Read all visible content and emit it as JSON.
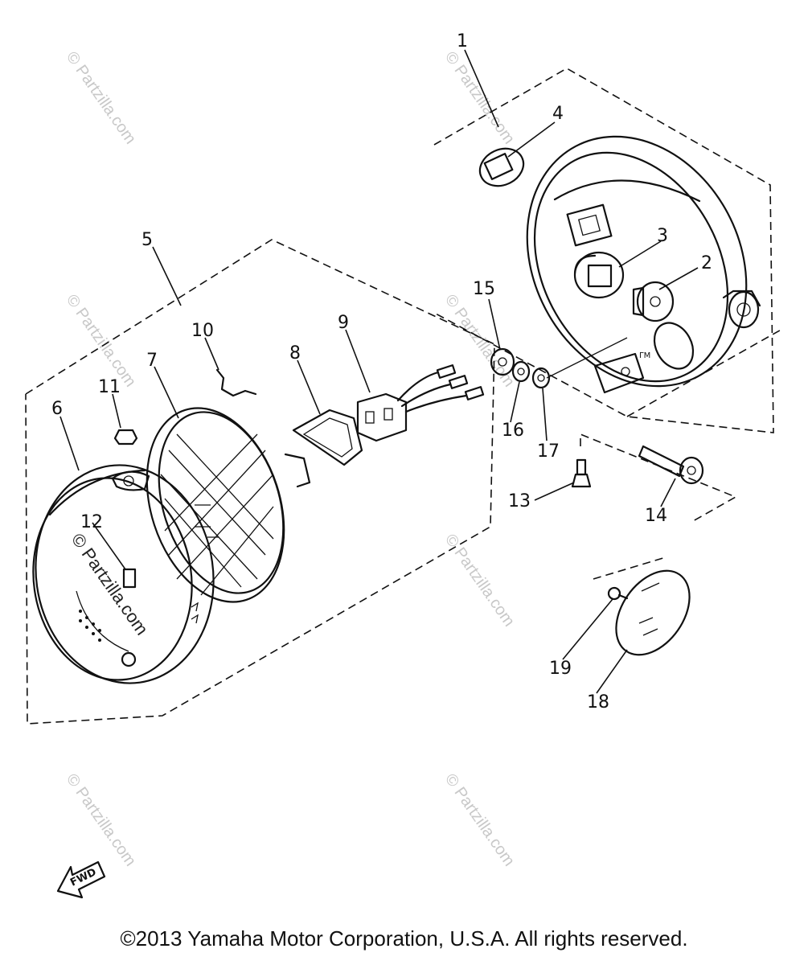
{
  "callouts": [
    "1",
    "2",
    "3",
    "4",
    "5",
    "6",
    "7",
    "8",
    "9",
    "10",
    "11",
    "12",
    "13",
    "14",
    "15",
    "16",
    "17",
    "18",
    "19"
  ],
  "watermark": "© Partzilla.com",
  "fwd_label": "FWD",
  "copyright": "©2013 Yamaha Motor Corporation, U.S.A. All rights reserved."
}
